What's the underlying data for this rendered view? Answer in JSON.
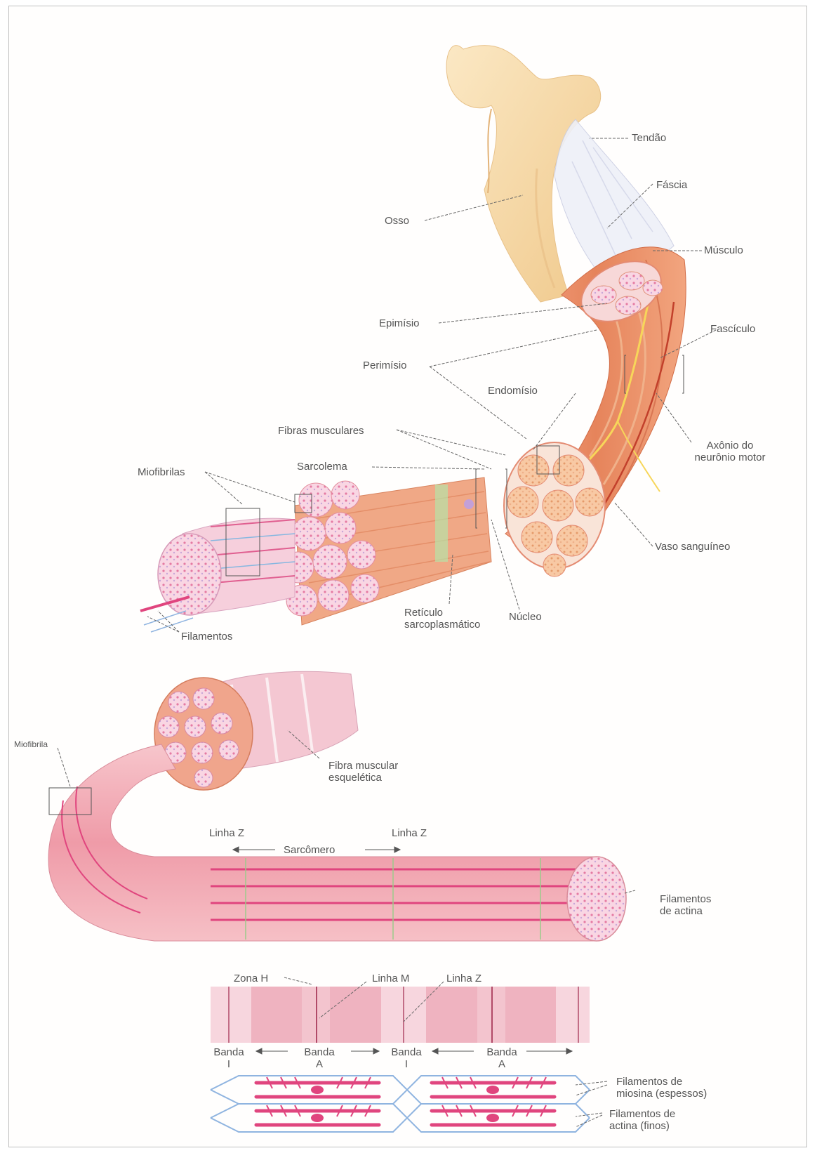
{
  "labels": {
    "tendon": "Tendão",
    "fascia": "Fáscia",
    "bone": "Osso",
    "muscle": "Músculo",
    "epimysium": "Epimísio",
    "fascicle": "Fascículo",
    "perimysium": "Perimísio",
    "endomysium": "Endomísio",
    "motor_axon_line1": "Axônio do",
    "motor_axon_line2": "neurônio motor",
    "muscle_fibers": "Fibras musculares",
    "sarcolemma": "Sarcolema",
    "myofibrils": "Miofibrilas",
    "blood_vessel": "Vaso sanguíneo",
    "sr_line1": "Retículo",
    "sr_line2": "sarcoplasmático",
    "nucleus": "Núcleo",
    "filaments": "Filamentos",
    "myofibril": "Miofibrila",
    "skeletal_fiber_line1": "Fibra muscular",
    "skeletal_fiber_line2": "esquelética",
    "z_line_left": "Linha Z",
    "z_line_right": "Linha Z",
    "sarcomere": "Sarcômero",
    "actin_filaments_line1": "Filamentos",
    "actin_filaments_line2": "de actina",
    "h_zone": "Zona H",
    "m_line": "Linha M",
    "z_line_band": "Linha Z",
    "band_i_left_1": "Banda",
    "band_i_left_2": "I",
    "band_a_left_1": "Banda",
    "band_a_left_2": "A",
    "band_i_mid_1": "Banda",
    "band_i_mid_2": "I",
    "band_a_right_1": "Banda",
    "band_a_right_2": "A",
    "myosin_line1": "Filamentos de",
    "myosin_line2": "miosina (espessos)",
    "actin_thin_line1": "Filamentos de",
    "actin_thin_line2": "actina (finos)"
  },
  "colors": {
    "bone": "#f6d9a8",
    "muscle": "#e98a62",
    "fiber_pink": "#f3a7b8",
    "myosin": "#e0457e",
    "actin": "#8fb4e0",
    "leader": "#666666"
  }
}
